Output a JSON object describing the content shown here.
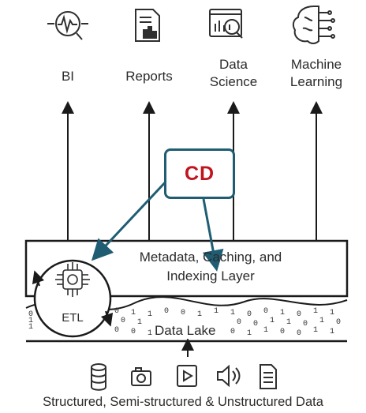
{
  "consumers": [
    {
      "label": "BI",
      "icon": "bi-analytics-icon"
    },
    {
      "label": "Reports",
      "icon": "report-chart-icon"
    },
    {
      "label_line1": "Data",
      "label_line2": "Science",
      "icon": "data-science-icon"
    },
    {
      "label_line1": "Machine",
      "label_line2": "Learning",
      "icon": "brain-circuit-icon"
    }
  ],
  "callout": {
    "label": "CD",
    "border_color": "#1f5d73",
    "text_color": "#c0141e"
  },
  "layer": {
    "line1": "Metadata, Caching, and",
    "line2": "Indexing Layer"
  },
  "etl": {
    "label": "ETL",
    "icon": "etl-chip-icon"
  },
  "lake": {
    "label": "Data Lake",
    "bits": "0 1 1 0 0 1 1 1 0 0 1 0 1 1 0 1 0 0 1 1 0 1 0 0 0 1 1 0 1 1"
  },
  "sources": {
    "icons": [
      "database-icon",
      "camera-icon",
      "video-play-icon",
      "audio-speaker-icon",
      "document-icon"
    ],
    "label": "Structured, Semi-structured & Unstructured Data"
  },
  "colors": {
    "arrow": "#1a1a1a",
    "callout_arrow": "#1f5d73",
    "icon": "#2f2f2f"
  }
}
